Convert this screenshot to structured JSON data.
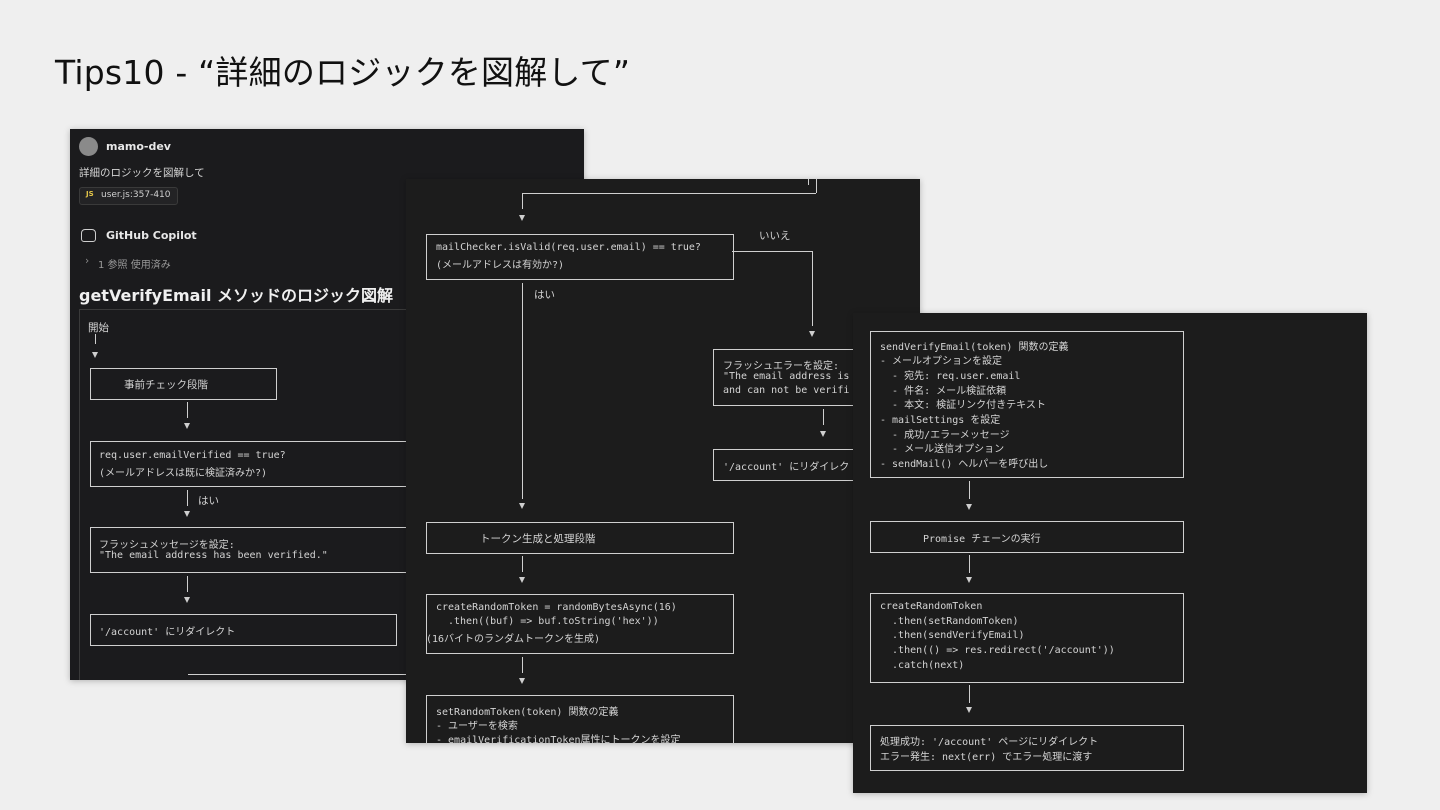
{
  "slide_title": "Tips10 - “詳細のロジックを図解して”",
  "chat": {
    "user_name": "mamo-dev",
    "prompt": "詳細のロジックを図解して",
    "file_ref": "user.js:357-410",
    "file_icon": "JS",
    "assistant_name": "GitHub Copilot",
    "refs_label": "1 参照 使用済み",
    "heading": "getVerifyEmail メソッドのロジック図解"
  },
  "panel1": {
    "start": "開始",
    "precheck": "事前チェック段階",
    "cond1_line1": "req.user.emailVerified == true?",
    "cond1_line2": "(メールアドレスは既に検証済みか?)",
    "yes": "はい",
    "flash_line1": "フラッシュメッセージを設定:",
    "flash_line2": "\"The email address has been verified.\"",
    "redirect": "'/account' にリダイレクト"
  },
  "panel2": {
    "cond_line1": "mailChecker.isValid(req.user.email) == true?",
    "cond_line2": "(メールアドレスは有効か?)",
    "no": "いいえ",
    "yes": "はい",
    "err_line1": "フラッシュエラーを設定:",
    "err_line2": "\"The email address is",
    "err_line3": "and can not be verifi",
    "redirect": "'/account' にリダイレク",
    "token_phase": "トークン生成と処理段階",
    "crt_line1": "createRandomToken = randomBytesAsync(16)",
    "crt_line2": ".then((buf) => buf.toString('hex'))",
    "crt_line3": "(16バイトのランダムトークンを生成)",
    "srt_line1": "setRandomToken(token) 関数の定義",
    "srt_line2": "- ユーザーを検索",
    "srt_line3": "- emailVerificationToken属性にトークンを設定"
  },
  "panel3": {
    "sve_lines": [
      "sendVerifyEmail(token) 関数の定義",
      "- メールオプションを設定",
      "  - 宛先: req.user.email",
      "  - 件名: メール検証依頼",
      "  - 本文: 検証リンク付きテキスト",
      "- mailSettings を設定",
      "  - 成功/エラーメッセージ",
      "  - メール送信オプション",
      "- sendMail() ヘルパーを呼び出し"
    ],
    "promise": "Promise チェーンの実行",
    "chain_lines": [
      "createRandomToken",
      "  .then(setRandomToken)",
      "  .then(sendVerifyEmail)",
      "  .then(() => res.redirect('/account'))",
      "  .catch(next)"
    ],
    "result_line1": "処理成功: '/account' ページにリダイレクト",
    "result_line2": "エラー発生: next(err) でエラー処理に渡す"
  }
}
